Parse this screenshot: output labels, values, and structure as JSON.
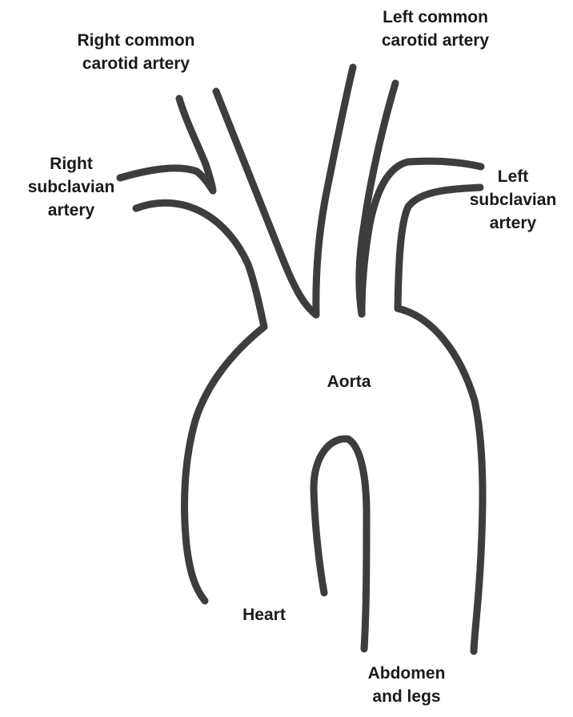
{
  "labels": {
    "right_common_carotid": [
      "Right common",
      "carotid artery"
    ],
    "left_common_carotid": [
      "Left common",
      "carotid artery"
    ],
    "right_subclavian": [
      "Right",
      "subclavian",
      "artery"
    ],
    "left_subclavian": [
      "Left",
      "subclavian",
      "artery"
    ],
    "aorta": "Aorta",
    "heart": "Heart",
    "abdomen_legs": [
      "Abdomen",
      "and legs"
    ]
  },
  "colors": {
    "vessel_stroke": "#3d3d3d",
    "text": "#1a1a1a",
    "background": "#ffffff"
  }
}
